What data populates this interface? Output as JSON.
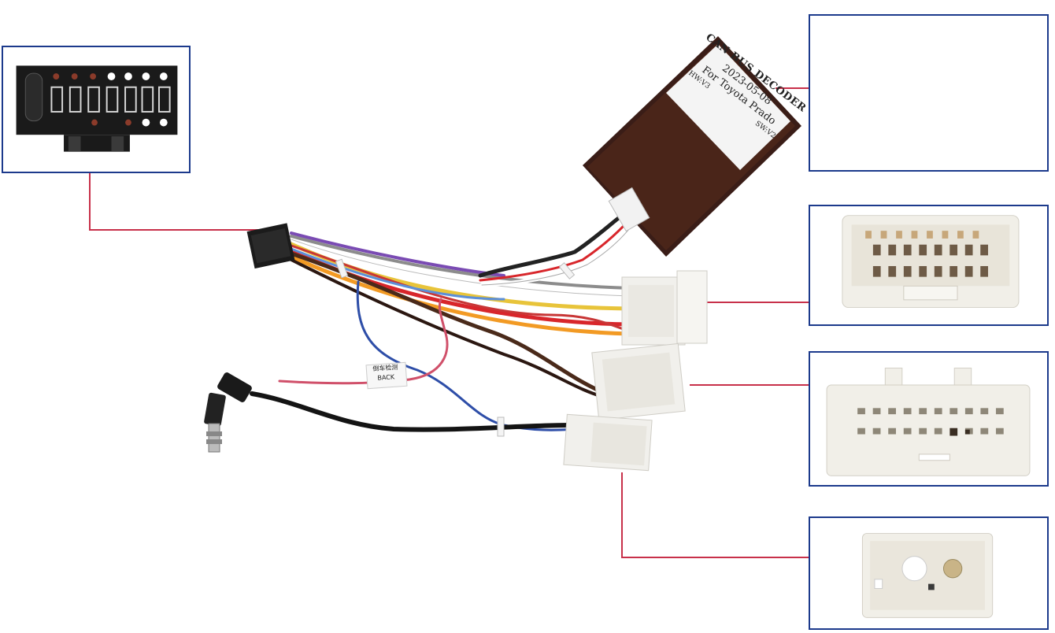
{
  "decoder": {
    "title": "CAN BUS DECODER",
    "date": "2023-05-08",
    "model": "For Toyota Prado",
    "hw": "HW:V3",
    "sw": "SW:V2"
  },
  "back_tag": {
    "line1": "倒车检测",
    "line2": "BACK"
  },
  "colors": {
    "callout_border": "#1c3a8c",
    "leader_line": "#c8304a",
    "connector_white": "#f1f0ec",
    "iso_black": "#1b1b1b",
    "decoder_body": "#3a1d17"
  }
}
